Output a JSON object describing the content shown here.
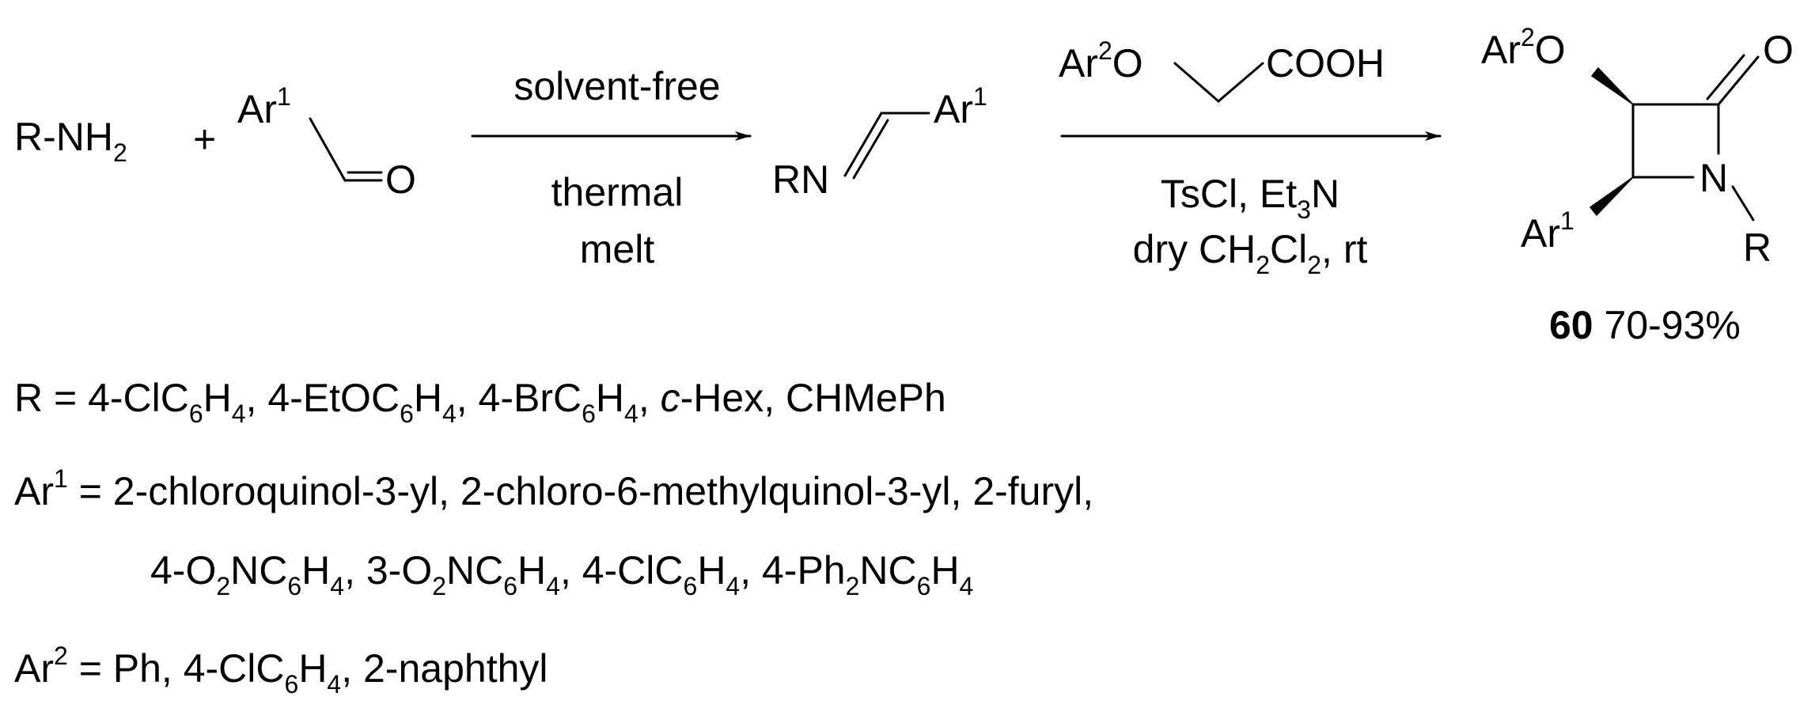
{
  "colors": {
    "ink": "#000000",
    "background": "#ffffff"
  },
  "reaction": {
    "amine": {
      "main": "R-NH",
      "sub": "2"
    },
    "plus": "+",
    "aldehyde": {
      "ar": "Ar",
      "ar_sup": "1",
      "oxygen": "O"
    },
    "step1": {
      "above": "solvent-free",
      "below_1": "thermal",
      "below_2": "melt"
    },
    "imine": {
      "rn": "RN",
      "ar": "Ar",
      "ar_sup": "1"
    },
    "acid": {
      "ar": "Ar",
      "ar_sup": "2",
      "o": "O",
      "cooh": "COOH"
    },
    "step2": {
      "line1_a": "TsCl, Et",
      "line1_sub": "3",
      "line1_b": "N",
      "line2_a": "dry CH",
      "line2_sub1": "2",
      "line2_b": "Cl",
      "line2_sub2": "2",
      "line2_c": ", rt"
    },
    "product": {
      "ar2": "Ar",
      "ar2_sup": "2",
      "o_ether": "O",
      "o_carbonyl": "O",
      "n": "N",
      "r": "R",
      "ar1": "Ar",
      "ar1_sup": "1",
      "number": "60",
      "yield": " 70-93%"
    }
  },
  "definitions": {
    "r": [
      "R = 4-ClC",
      "6",
      "H",
      "4",
      ", 4-EtOC",
      "6",
      "H",
      "4",
      ", 4-BrC",
      "6",
      "H",
      "4",
      ", ",
      "c",
      "-Hex, CHMePh"
    ],
    "ar1_label": "Ar",
    "ar1_sup": "1",
    "ar1_line1": " = 2-chloroquinol-3-yl, 2-chloro-6-methylquinol-3-yl, 2-furyl,",
    "ar1_line2": [
      "4-O",
      "2",
      "NC",
      "6",
      "H",
      "4",
      ", 3-O",
      "2",
      "NC",
      "6",
      "H",
      "4",
      ", 4-ClC",
      "6",
      "H",
      "4",
      ", 4-Ph",
      "2",
      "NC",
      "6",
      "H",
      "4"
    ],
    "ar2_label": "Ar",
    "ar2_sup": "2",
    "ar2_line": [
      " = Ph, 4-ClC",
      "6",
      "H",
      "4",
      ", 2-naphthyl"
    ]
  }
}
